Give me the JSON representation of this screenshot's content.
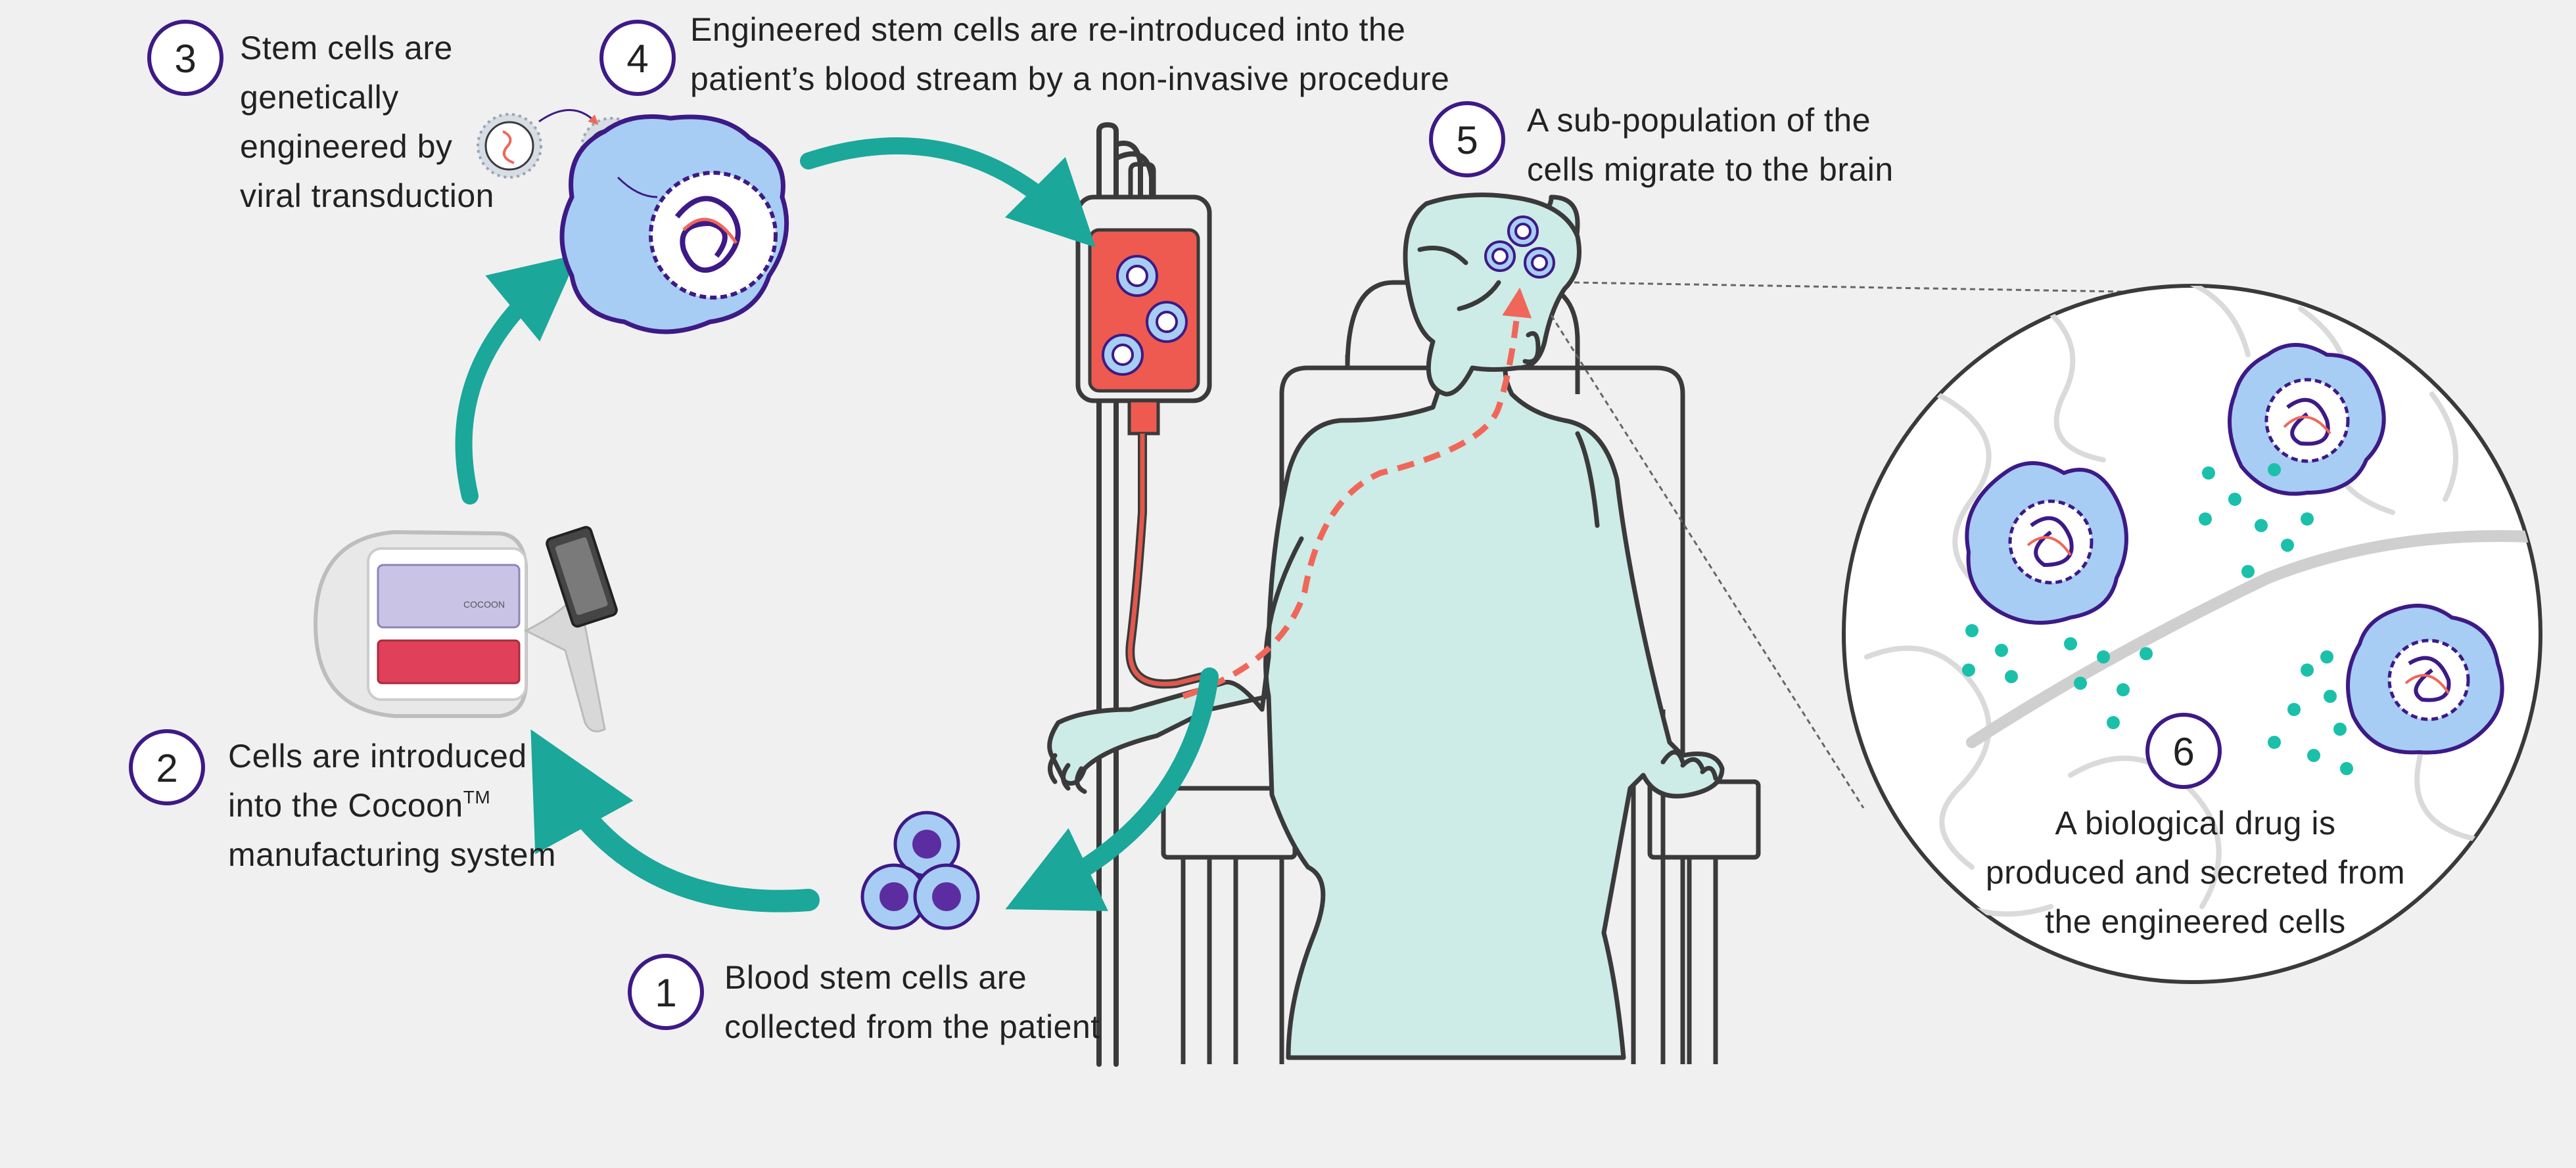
{
  "colors": {
    "background": "#f0f0f0",
    "step_circle_stroke": "#3d1a86",
    "cell_fill": "#a7cdf4",
    "cell_stroke": "#3d1a86",
    "teal_arrow": "#1ba79a",
    "patient_fill": "#cdebe7",
    "outline": "#3a3a3a",
    "blood_bag": "#ee5a4f",
    "blood_line": "#e2584d",
    "dashed_path": "#f0675a",
    "drug_dots": "#1bc0aa"
  },
  "steps": [
    {
      "number": "1",
      "lines": [
        "Blood stem cells are",
        "collected from the patient"
      ]
    },
    {
      "number": "2",
      "lines": [
        "Cells are introduced",
        "into the Cocoon",
        "manufacturing system"
      ],
      "trademark": "TM"
    },
    {
      "number": "3",
      "lines": [
        "Stem cells are",
        "genetically",
        "engineered by",
        "viral transduction"
      ]
    },
    {
      "number": "4",
      "lines": [
        "Engineered stem cells are re-introduced into the",
        "patient’s blood stream by a non-invasive procedure"
      ]
    },
    {
      "number": "5",
      "lines": [
        "A sub-population of the",
        "cells migrate to the brain"
      ]
    },
    {
      "number": "6",
      "lines": [
        "A biological drug is",
        "produced and secreted from",
        "the engineered cells"
      ]
    }
  ],
  "device": {
    "label": "COCOON"
  },
  "icons": [
    "virus-icon",
    "stem-cell-icon",
    "engineered-cell-icon",
    "iv-bag-icon",
    "patient-icon",
    "brain-zoom-icon",
    "cocoon-device-icon"
  ]
}
